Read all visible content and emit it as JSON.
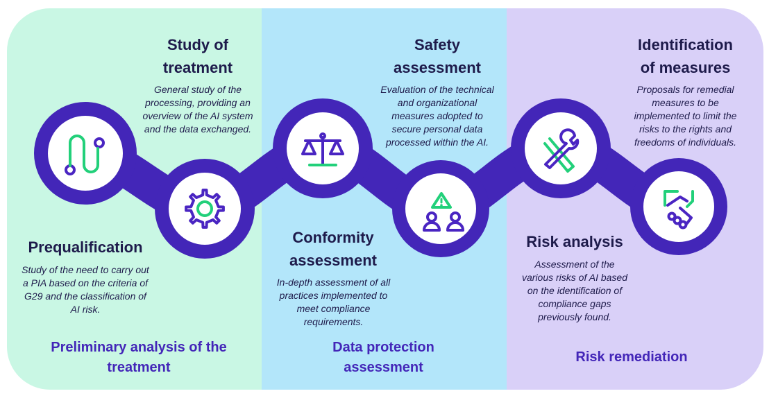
{
  "colors": {
    "panel_1": "#c9f7e4",
    "panel_2": "#b3e6fa",
    "panel_3": "#d9d0f8",
    "ribbon": "#4326b8",
    "icon_purple": "#4a25c2",
    "icon_green": "#22d07a",
    "title_text": "#1e1b4b",
    "phase_text": "#4326b8"
  },
  "steps": [
    {
      "title": "Study of treatment",
      "title_lines": [
        "Study of",
        "treatment"
      ],
      "description": "General study of the processing, providing an overview of the AI system and the data exchanged.",
      "description_lines": [
        "General study of the",
        "processing, providing an",
        "overview of the AI system",
        "and the data exchanged."
      ],
      "icon": "route-icon"
    },
    {
      "title": "Prequalification",
      "title_lines": [
        "Prequalification"
      ],
      "description": "Study of the need to carry out a PIA based on the criteria of G29 and the classification of AI risk.",
      "description_lines": [
        "Study of the need to carry out",
        "a PIA based on the criteria of",
        "G29 and the classification of",
        "AI risk."
      ],
      "icon": "gear-icon"
    },
    {
      "title": "Safety assessment",
      "title_lines": [
        "Safety",
        "assessment"
      ],
      "description": "Evaluation of the technical and organizational measures adopted to secure personal data processed within the AI.",
      "description_lines": [
        "Evaluation of the technical",
        "and organizational",
        "measures adopted to",
        "secure personal data",
        "processed within the AI."
      ],
      "icon": "scales-icon"
    },
    {
      "title": "Conformity assessment",
      "title_lines": [
        "Conformity",
        "assessment"
      ],
      "description": "In-depth assessment of all practices implemented to meet compliance requirements.",
      "description_lines": [
        "In-depth assessment of all",
        "practices implemented to",
        "meet compliance",
        "requirements."
      ],
      "icon": "warning-people-icon"
    },
    {
      "title": "Identification of measures",
      "title_lines": [
        "Identification",
        "of measures"
      ],
      "description": "Proposals for remedial measures to be implemented to limit the risks to the rights and freedoms of individuals.",
      "description_lines": [
        "Proposals for remedial",
        "measures to be",
        "implemented to limit the",
        "risks to the rights and",
        "freedoms of individuals."
      ],
      "icon": "tools-icon"
    },
    {
      "title": "Risk analysis",
      "title_lines": [
        "Risk analysis"
      ],
      "description": "Assessment of the various risks of AI based on the identification of compliance gaps previously found.",
      "description_lines": [
        "Assessment of the",
        "various risks of AI based",
        "on the identification of",
        "compliance gaps",
        "previously found."
      ],
      "icon": "handshake-icon"
    }
  ],
  "phases": [
    {
      "label": "Preliminary analysis of the treatment",
      "label_lines": [
        "Preliminary analysis of the",
        "treatment"
      ]
    },
    {
      "label": "Data protection assessment",
      "label_lines": [
        "Data protection",
        "assessment"
      ]
    },
    {
      "label": "Risk remediation",
      "label_lines": [
        "Risk remediation"
      ]
    }
  ]
}
